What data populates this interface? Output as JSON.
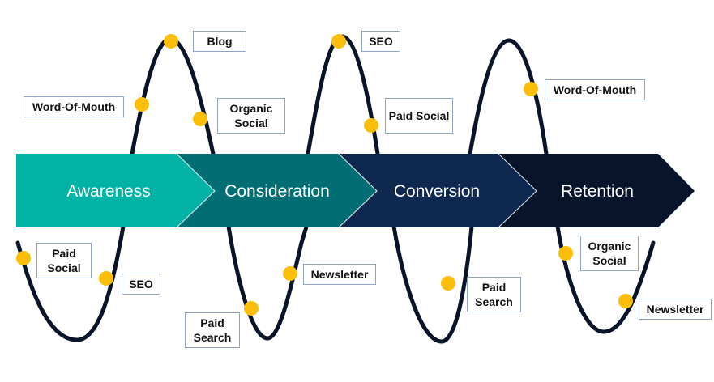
{
  "colors": {
    "awareness": "#00b3a4",
    "consideration": "#006e73",
    "conversion": "#0e2850",
    "retention": "#07142b",
    "wave": "#0a1428",
    "dot": "#fbbf0a",
    "callout_border": "#8ea6c4"
  },
  "stages": [
    {
      "label": "Awareness"
    },
    {
      "label": "Consideration"
    },
    {
      "label": "Conversion"
    },
    {
      "label": "Retention"
    }
  ],
  "touchpoints": [
    {
      "label": "Blog"
    },
    {
      "label": "Word-Of-Mouth"
    },
    {
      "label": "Organic Social"
    },
    {
      "label": "SEO"
    },
    {
      "label": "Paid Social"
    },
    {
      "label": "Word-Of-Mouth"
    },
    {
      "label": "Paid Social"
    },
    {
      "label": "SEO"
    },
    {
      "label": "Paid Search"
    },
    {
      "label": "Newsletter"
    },
    {
      "label": "Paid Search"
    },
    {
      "label": "Organic Social"
    },
    {
      "label": "Newsletter"
    }
  ]
}
